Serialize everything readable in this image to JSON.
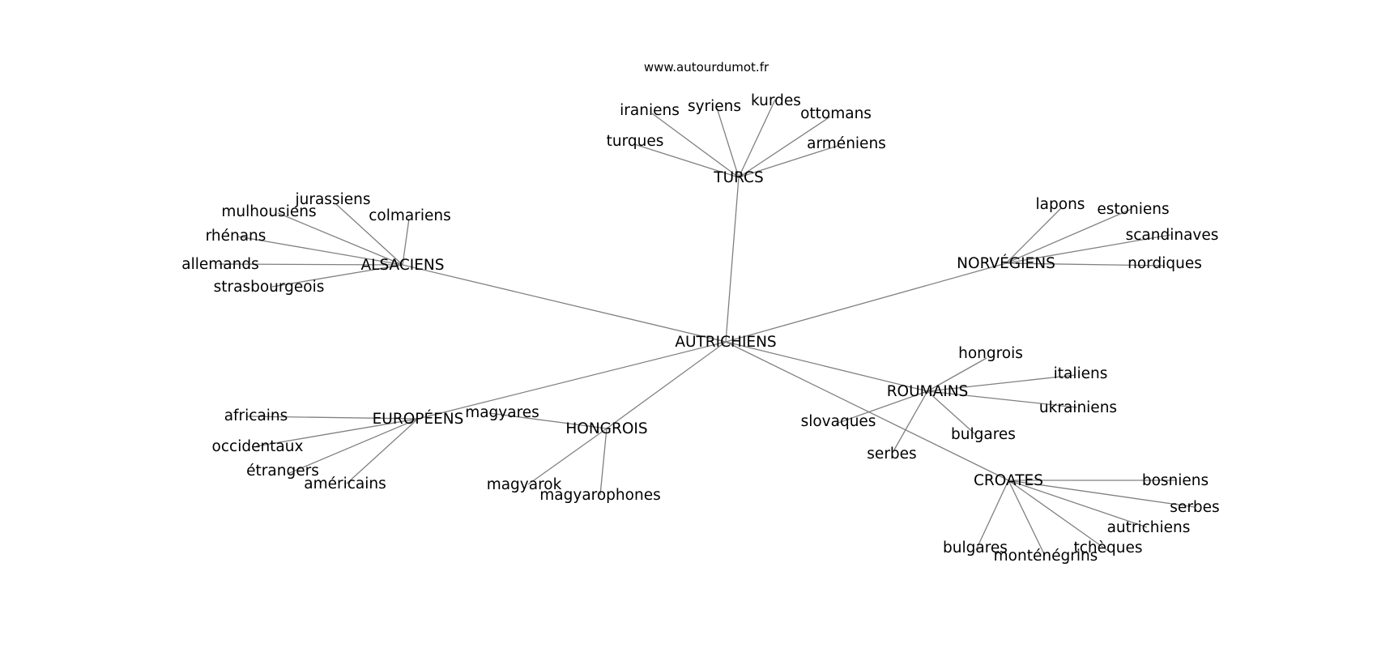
{
  "source_text": "www.autourdumot.fr",
  "root": "AUTRICHIENS",
  "hubs": [
    {
      "id": "turcs",
      "label": "TURCS",
      "leaves": [
        "iraniens",
        "syriens",
        "kurdes",
        "ottomans",
        "turques",
        "arméniens"
      ]
    },
    {
      "id": "alsaciens",
      "label": "ALSACIENS",
      "leaves": [
        "jurassiens",
        "mulhousiens",
        "colmariens",
        "rhénans",
        "allemands",
        "strasbourgeois"
      ]
    },
    {
      "id": "norvegiens",
      "label": "NORVÉGIENS",
      "leaves": [
        "lapons",
        "estoniens",
        "scandinaves",
        "nordiques"
      ]
    },
    {
      "id": "roumains",
      "label": "ROUMAINS",
      "leaves": [
        "hongrois",
        "italiens",
        "ukrainiens",
        "slovaques",
        "bulgares",
        "serbes"
      ]
    },
    {
      "id": "europeens",
      "label": "EUROPÉENS",
      "leaves": [
        "africains",
        "occidentaux",
        "étrangers",
        "américains"
      ]
    },
    {
      "id": "hongrois",
      "label": "HONGROIS",
      "leaves": [
        "magyares",
        "magyarok",
        "magyarophones"
      ]
    },
    {
      "id": "croates",
      "label": "CROATES",
      "leaves": [
        "bosniens",
        "serbes",
        "autrichiens",
        "tchèques",
        "monténégrins",
        "bulgares"
      ]
    }
  ]
}
